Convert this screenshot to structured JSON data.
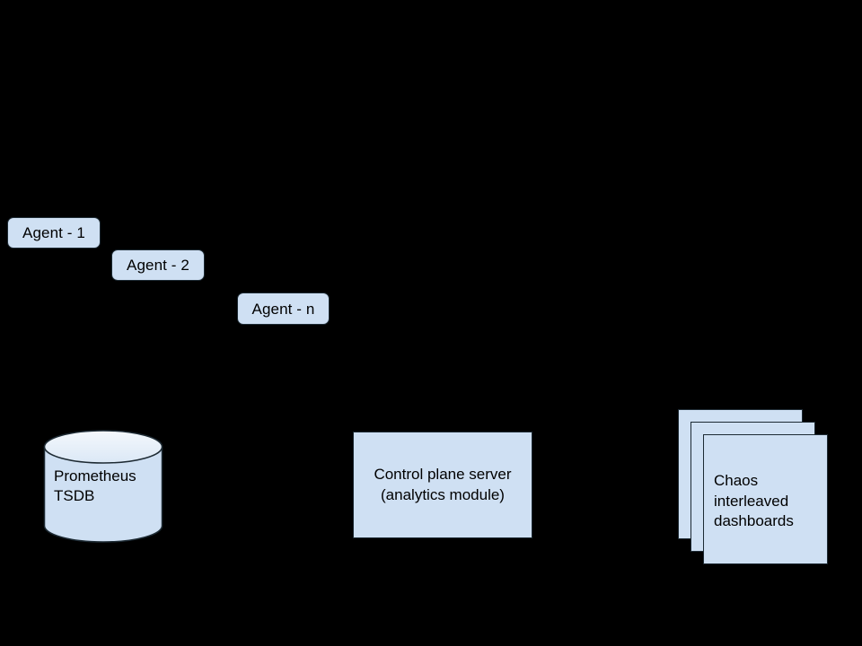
{
  "diagram": {
    "background_color": "#000000",
    "node_fill_color": "#cfe0f3",
    "node_stroke_color": "#1d2a33",
    "cylinder_top_color": "#eef4fb",
    "text_color": "#000000",
    "agents": [
      {
        "label": "Agent - 1"
      },
      {
        "label": "Agent - 2"
      },
      {
        "label": "Agent - n"
      }
    ],
    "datastore": {
      "name": "prometheus-tsdb",
      "line1": "Prometheus",
      "line2": "TSDB"
    },
    "server": {
      "name": "control-plane-server",
      "line1": "Control plane server",
      "line2": "(analytics module)"
    },
    "dashboards": {
      "name": "chaos-interleaved-dashboards",
      "line1": "Chaos",
      "line2": "interleaved",
      "line3": "dashboards",
      "panel_count": 3
    },
    "connectors": [
      {
        "name": "arrow-to-dashboards",
        "glyph": "▶",
        "direction": "right"
      }
    ]
  }
}
